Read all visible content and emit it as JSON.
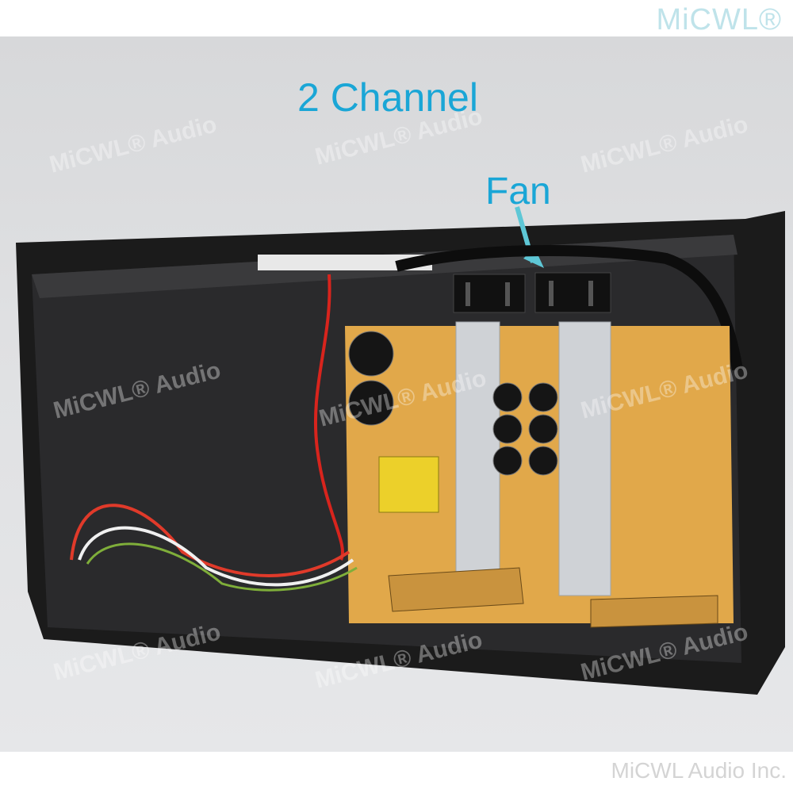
{
  "brand": {
    "top": "MiCWL®",
    "bottom": "MiCWL Audio Inc."
  },
  "labels": {
    "channel": "2 Channel",
    "fan": "Fan"
  },
  "watermark": "MiCWL® Audio",
  "colors": {
    "label_blue": "#1aa6d6",
    "pcb": "#e1a84a",
    "chassis": "#222222"
  }
}
